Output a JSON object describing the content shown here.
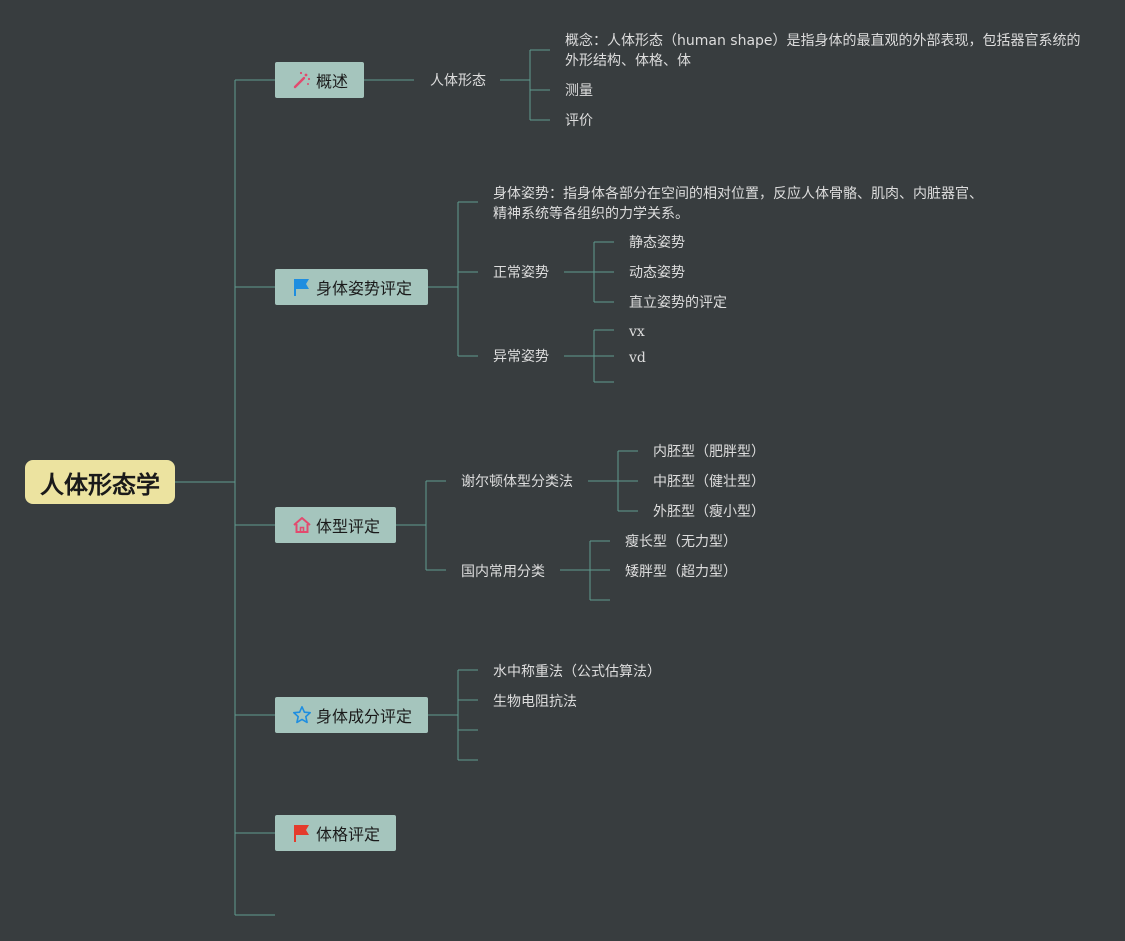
{
  "root": {
    "label": "人体形态学"
  },
  "branches": [
    {
      "label": "概述",
      "icon": "magic-wand-icon"
    },
    {
      "label": "身体姿势评定",
      "icon": "blue-flag-icon"
    },
    {
      "label": "体型评定",
      "icon": "house-icon"
    },
    {
      "label": "身体成分评定",
      "icon": "star-icon"
    },
    {
      "label": "体格评定",
      "icon": "red-flag-icon"
    }
  ],
  "overview": {
    "topic": "人体形态",
    "concept_line1": "概念：人体形态（human shape）是指身体的最直观的外部表现，包括器官系统的",
    "concept_line2": "外形结构、体格、体",
    "measure": "测量",
    "evaluate": "评价"
  },
  "posture": {
    "definition_line1": "身体姿势：指身体各部分在空间的相对位置，反应人体骨骼、肌肉、内脏器官、",
    "definition_line2": "精神系统等各组织的力学关系。",
    "normal": "正常姿势",
    "normal_children": [
      "静态姿势",
      "动态姿势",
      "直立姿势的评定"
    ],
    "abnormal": "异常姿势",
    "abnormal_children": [
      "vx",
      "vd"
    ]
  },
  "body_type": {
    "sheldon": "谢尔顿体型分类法",
    "sheldon_children": [
      "内胚型（肥胖型）",
      "中胚型（健壮型）",
      "外胚型（瘦小型）"
    ],
    "domestic": "国内常用分类",
    "domestic_children": [
      "瘦长型（无力型）",
      "矮胖型（超力型）"
    ]
  },
  "composition": {
    "children": [
      "水中称重法（公式估算法）",
      "生物电阻抗法"
    ]
  },
  "colors": {
    "background": "#383d3f",
    "line": "#5f9a8f",
    "root": "#ece3a0",
    "branch": "#a5c5bd",
    "text": "#dddddd"
  }
}
